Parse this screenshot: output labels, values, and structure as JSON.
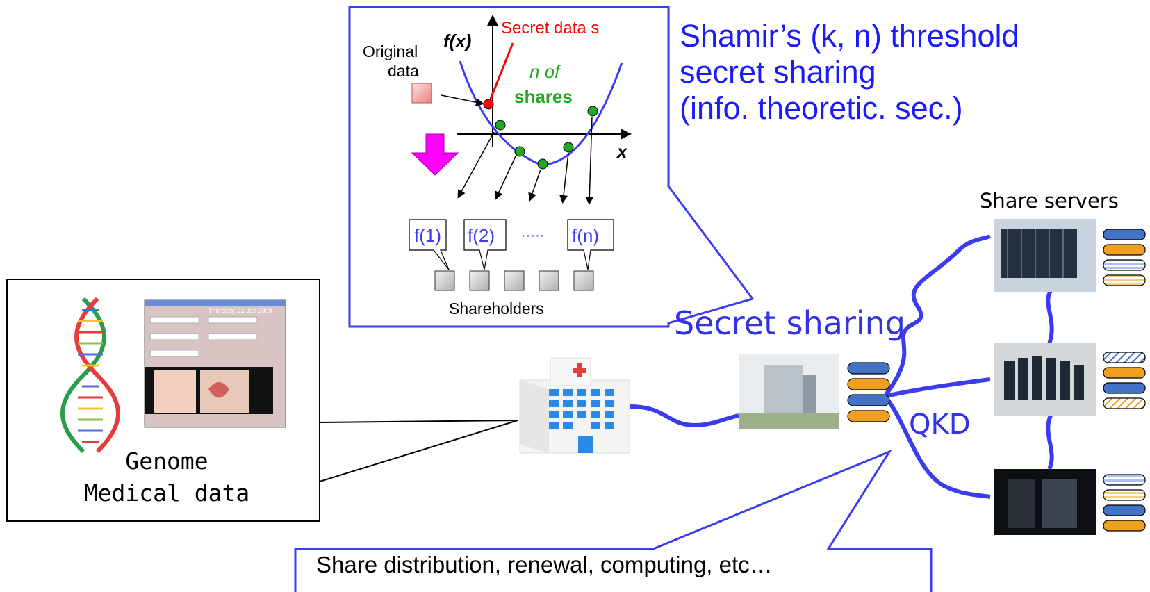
{
  "callout_top": {
    "axis_fx": "f(x)",
    "axis_x": "x",
    "secret_label": "Secret data s",
    "original_label": [
      "Original",
      "data"
    ],
    "n_of": "n of",
    "shares": "shares",
    "share_labels": [
      "f(1)",
      "f(2)",
      "·····",
      "f(n)"
    ],
    "shareholders": "Shareholders"
  },
  "title": {
    "line1": "Shamir’s (k, n) threshold",
    "line2": "secret sharing",
    "line3": "(info. theoretic. sec.)"
  },
  "labels": {
    "secret_sharing": "Secret sharing",
    "qkd": "QKD",
    "share_servers": "Share servers"
  },
  "genome_box": {
    "line1": "Genome",
    "line2": "Medical data",
    "form_date": "Thursday, 22 Jan 2009"
  },
  "bottom_callout": {
    "text": "Share distribution, renewal, computing, etc…"
  },
  "colors": {
    "accent_blue": "#1a1aff",
    "line_blue": "#3b3bf0",
    "secret_red": "#ff0000",
    "share_green": "#22a822",
    "arrow_magenta": "#ff00ff",
    "disk_blue": "#4472c4",
    "disk_orange": "#f0a020"
  }
}
